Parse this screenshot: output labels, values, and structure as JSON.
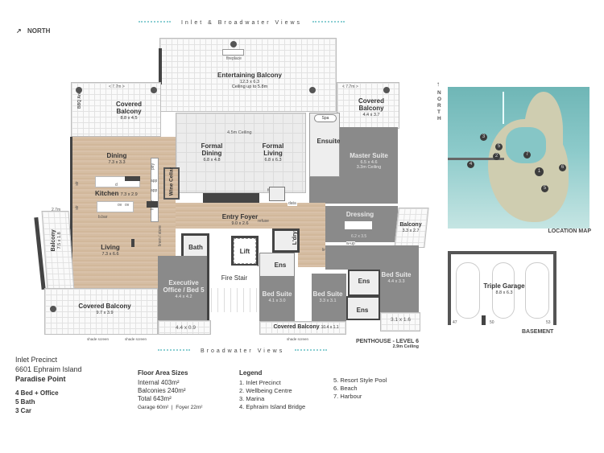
{
  "compass": {
    "icon": "north-arrow-icon",
    "label": "NORTH"
  },
  "views": {
    "top": "Inlet & Broadwater Views",
    "bottom": "Broadwater Views"
  },
  "rooms": {
    "entertaining_balcony": {
      "name": "Entertaining Balcony",
      "dim": "12.3 x 6.3",
      "note": "Ceiling up to 5.8m",
      "fireplace": "fireplace"
    },
    "covered_balcony_nw": {
      "name": "Covered Balcony",
      "dim": "8.8 x 4.5",
      "width_marker": "< 7.7m >"
    },
    "covered_balcony_ne": {
      "name": "Covered Balcony",
      "dim": "4.4 x 3.7",
      "width_marker": "< 7.7m >"
    },
    "bbq_area": "BBQ Area",
    "spa": "Spa",
    "formal_ceiling": "4.5m Ceiling",
    "formal_dining": {
      "name": "Formal Dining",
      "dim": "6.8 x 4.8"
    },
    "formal_living": {
      "name": "Formal Living",
      "dim": "6.8 x 6.3"
    },
    "fireplace_lower": "fireplace",
    "ensuite": "Ensuite",
    "master_suite": {
      "name": "Master Suite",
      "dim": "6.5 x 4.6",
      "note": "3.3m Ceiling"
    },
    "dining": {
      "name": "Dining",
      "dim": "7.3 x 3.3"
    },
    "kitchen": {
      "name": "Kitchen",
      "dim": "7.3 x 2.9"
    },
    "kitchen_labels": {
      "ptry": "ptry",
      "app1": "app",
      "app2": "app",
      "fridge": "fridge",
      "d": "d",
      "ov": "ov",
      "str": "str",
      "bbar": "b.bar"
    },
    "wine_cellar": "Wine Cellar",
    "entry_foyer": {
      "name": "Entry Foyer",
      "dim": "9.0 x 2.6"
    },
    "refuse": "refuse",
    "data": "data",
    "dressing": {
      "name": "Dressing",
      "dim": "6.2 x 3.5"
    },
    "balcony_east": {
      "name": "Balcony",
      "dim": "3.3 x 2.7"
    },
    "balcony_west": {
      "name": "Balcony",
      "dim": "7.5 x 1.8",
      "marker": "2.7m"
    },
    "living": {
      "name": "Living",
      "dim": "7.3 x 6.6"
    },
    "linen_store_west": "linen / store",
    "bath": "Bath",
    "lift": "Lift",
    "laundry": "L'dry",
    "fire_stair": "Fire Stair",
    "ens_center": "Ens",
    "linen_store_east": "linen/store",
    "wm_up": "w-up",
    "executive_office": {
      "name": "Executive Office / Bed 5",
      "dim": "4.4 x 4.2"
    },
    "bed_suite_1": {
      "name": "Bed Suite",
      "dim": "4.1 x 3.0"
    },
    "bed_suite_2": {
      "name": "Bed Suite",
      "dim": "3.3 x 3.1"
    },
    "bed_suite_3": {
      "name": "Bed Suite",
      "dim": "4.4 x 3.3"
    },
    "ens_east_1": "Ens",
    "ens_east_2": "Ens",
    "covered_balcony_sw": {
      "name": "Covered Balcony",
      "dim": "9.7 x 3.9"
    },
    "balcony_small": {
      "dim": "4.4 x 0.9"
    },
    "covered_balcony_s": {
      "name": "Covered Balcony",
      "dim": "10.4 x 1.1"
    },
    "balcony_se": {
      "dim": "3.1 x 1.6"
    },
    "shade_screen": "shade screen"
  },
  "plan_title": {
    "level": "PENTHOUSE - LEVEL 6",
    "ceiling": "2.9m Ceiling"
  },
  "location_map": {
    "north_label": "NORTH",
    "caption": "LOCATION MAP",
    "markers": [
      "1",
      "2",
      "3",
      "4",
      "5",
      "5",
      "6",
      "7"
    ],
    "colors": {
      "water": "#7cc0c0",
      "land": "#c9c8a8",
      "marker": "#3d3d3d"
    }
  },
  "garage": {
    "name": "Triple Garage",
    "dim": "8.8 x 6.3",
    "bays": [
      "47",
      "50",
      "53"
    ],
    "caption": "BASEMENT"
  },
  "property": {
    "precinct": "Inlet Precinct",
    "address": "6601 Ephraim Island",
    "suburb": "Paradise Point",
    "features": [
      "4 Bed + Office",
      "5 Bath",
      "3 Car"
    ]
  },
  "floor_area": {
    "title": "Floor Area Sizes",
    "lines": [
      "Internal 403m²",
      "Balconies 240m²",
      "Total 643m²"
    ],
    "extra": "Garage 60m²  |  Foyer 22m²"
  },
  "legend": {
    "title": "Legend",
    "items_col1": [
      "1. Inlet Precinct",
      "2. Wellbeing Centre",
      "3. Marina",
      "4. Ephraim Island Bridge"
    ],
    "items_col2": [
      "5. Resort Style Pool",
      "6. Beach",
      "7. Harbour"
    ]
  }
}
